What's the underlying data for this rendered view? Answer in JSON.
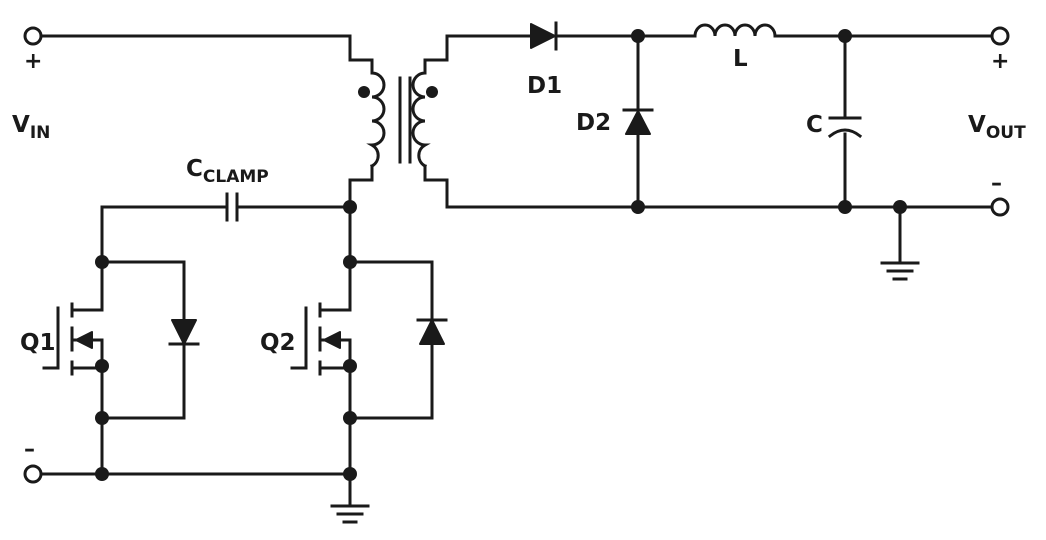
{
  "labels": {
    "vin": {
      "main": "V",
      "sub": "IN"
    },
    "vout": {
      "main": "V",
      "sub": "OUT"
    },
    "cclamp": {
      "main": "C",
      "sub": "CLAMP"
    },
    "d1": "D1",
    "d2": "D2",
    "l": "L",
    "c": "C",
    "q1": "Q1",
    "q2": "Q2",
    "vin_plus": "+",
    "vin_minus": "–",
    "vout_plus": "+",
    "vout_minus": "–"
  }
}
